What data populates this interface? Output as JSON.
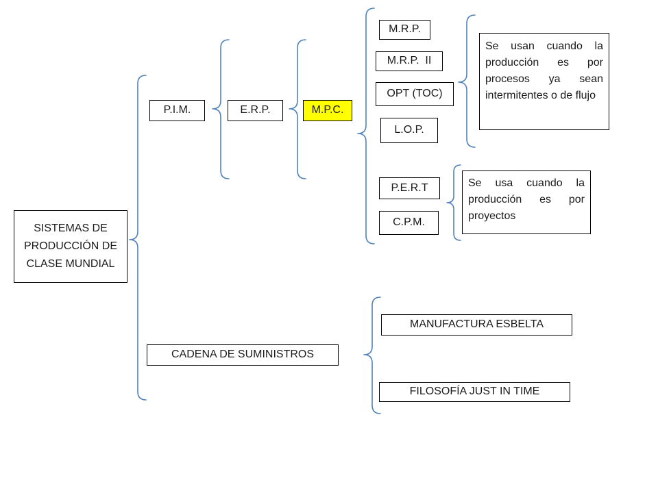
{
  "root": {
    "label": "SISTEMAS DE PRODUCCIÓN DE CLASE MUNDIAL"
  },
  "level1": {
    "pim": "P.I.M.",
    "supply_chain": "CADENA DE SUMINISTROS"
  },
  "level2": {
    "erp": "E.R.P."
  },
  "level3": {
    "mpc": "M.P.C."
  },
  "mpc_methods": {
    "process_group": [
      "M.R.P.",
      "M.R.P.  II",
      "OPT (TOC)",
      "L.O.P."
    ],
    "project_group": [
      "P.E.R.T",
      "C.P.M."
    ]
  },
  "notes": {
    "process": "Se usan cuando la producción es por procesos ya sean intermitentes o de flujo",
    "project": "Se usa cuando la producción es por proyectos"
  },
  "supply_chain_items": [
    "MANUFACTURA ESBELTA",
    "FILOSOFÍA JUST IN TIME"
  ],
  "colors": {
    "bracket": "#4f81bd",
    "highlight": "#ffff00",
    "border": "#000000"
  }
}
